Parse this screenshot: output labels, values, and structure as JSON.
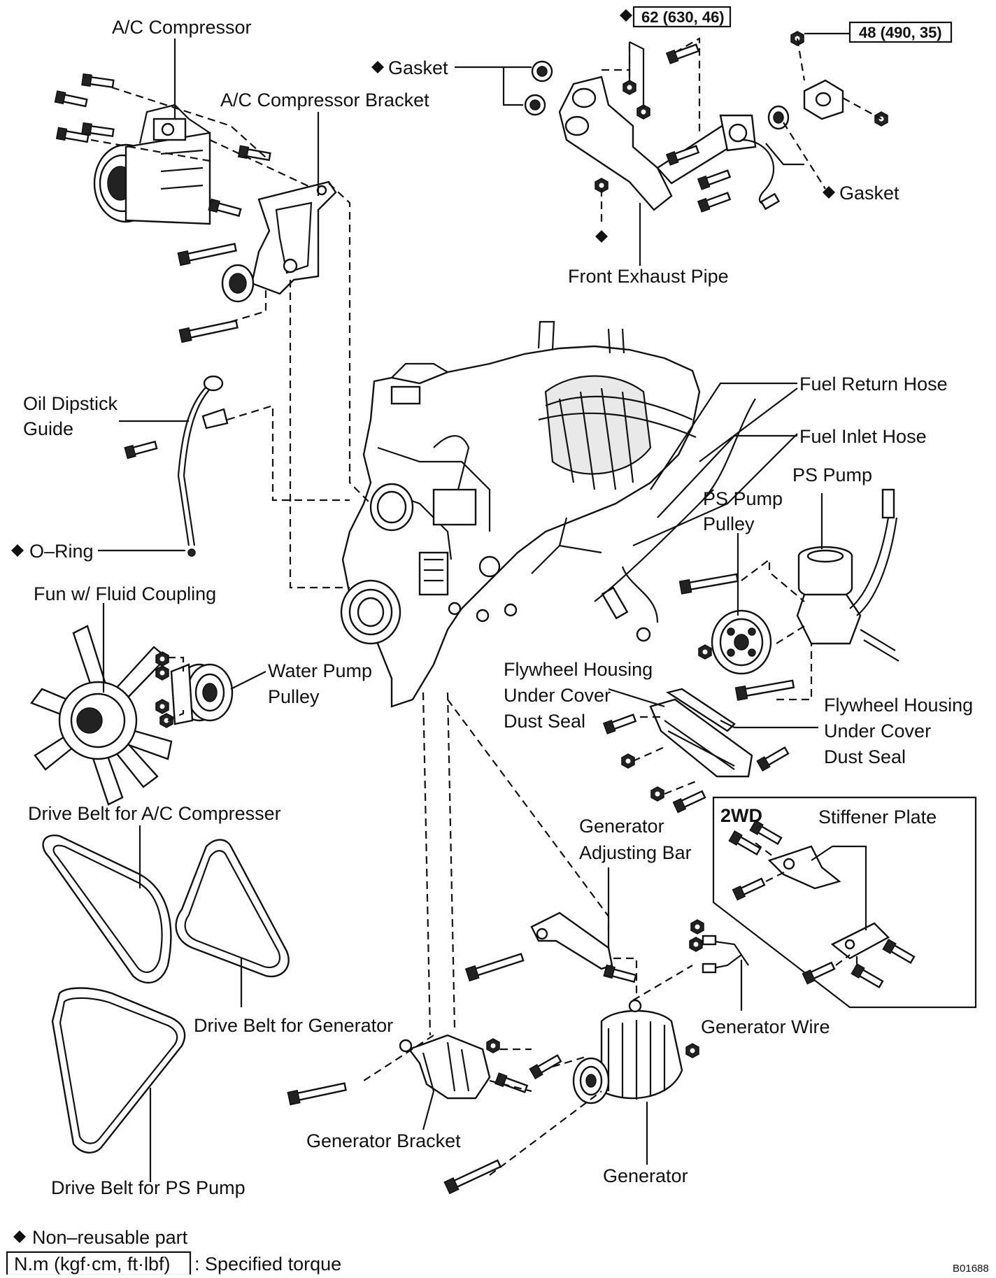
{
  "labels": {
    "ac_compressor": "A/C Compressor",
    "ac_compressor_bracket": "A/C Compressor Bracket",
    "gasket_left": "Gasket",
    "torque_62": "62 (630, 46)",
    "torque_48": "48 (490, 35)",
    "gasket_right": "Gasket",
    "front_exhaust_pipe": "Front Exhaust Pipe",
    "fuel_return_hose": "Fuel Return Hose",
    "fuel_inlet_hose": "Fuel Inlet Hose",
    "ps_pump": "PS Pump",
    "ps_pump_pulley_1": "PS Pump",
    "ps_pump_pulley_2": "Pulley",
    "oil_dipstick_1": "Oil Dipstick",
    "oil_dipstick_2": "Guide",
    "o_ring": "O–Ring",
    "fan_coupling": "Fun w/ Fluid Coupling",
    "water_pump_1": "Water Pump",
    "water_pump_2": "Pulley",
    "fhuc_left_1": "Flywheel Housing",
    "fhuc_left_2": "Under Cover",
    "fhuc_left_3": "Dust Seal",
    "fhuc_right_1": "Flywheel Housing",
    "fhuc_right_2": "Under Cover",
    "fhuc_right_3": "Dust Seal",
    "belt_ac": "Drive Belt for A/C Compresser",
    "belt_gen": "Drive Belt for Generator",
    "belt_ps": "Drive Belt for PS Pump",
    "gen_adj_1": "Generator",
    "gen_adj_2": "Adjusting Bar",
    "two_wd": "2WD",
    "stiffener": "Stiffener Plate",
    "gen_wire": "Generator Wire",
    "gen_bracket": "Generator Bracket",
    "generator": "Generator"
  },
  "legend": {
    "non_reusable": "Non–reusable part",
    "torque_box": "N.m (kgf·cm, ft·lbf)",
    "torque_text": ": Specified torque"
  },
  "figure_code": "B01688",
  "icons": {
    "non_reusable_marker": "diamond-icon"
  }
}
